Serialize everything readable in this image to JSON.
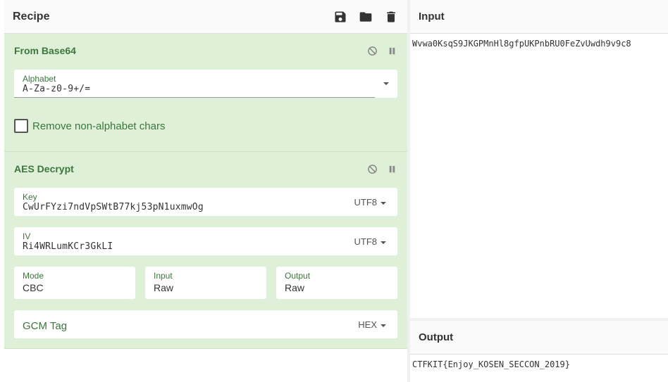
{
  "recipe": {
    "title": "Recipe",
    "icons": [
      "save-icon",
      "folder-icon",
      "trash-icon"
    ],
    "operations": {
      "from_base64": {
        "title": "From Base64",
        "alphabet_label": "Alphabet",
        "alphabet_value": "A-Za-z0-9+/=",
        "remove_label": "Remove non-alphabet chars"
      },
      "aes_decrypt": {
        "title": "AES Decrypt",
        "key_label": "Key",
        "key_value": "CwUrFYzi7ndVpSWtB77kj53pN1uxmwOg",
        "key_encoding": "UTF8",
        "iv_label": "IV",
        "iv_value": "Ri4WRLumKCr3GkLI",
        "iv_encoding": "UTF8",
        "mode_label": "Mode",
        "mode_value": "CBC",
        "input_label": "Input",
        "input_value": "Raw",
        "output_label": "Output",
        "output_value": "Raw",
        "gcm_label": "GCM Tag",
        "gcm_encoding": "HEX"
      }
    }
  },
  "input": {
    "title": "Input",
    "text": "Wvwa0KsqS9JKGPMnHl8gfpUKPnbRU0FeZvUwdh9v9c8"
  },
  "output": {
    "title": "Output",
    "text": "CTFKIT{Enjoy_KOSEN_SECCON_2019}"
  },
  "colors": {
    "op_bg": "#dff0d8",
    "op_title": "#3c763d"
  }
}
